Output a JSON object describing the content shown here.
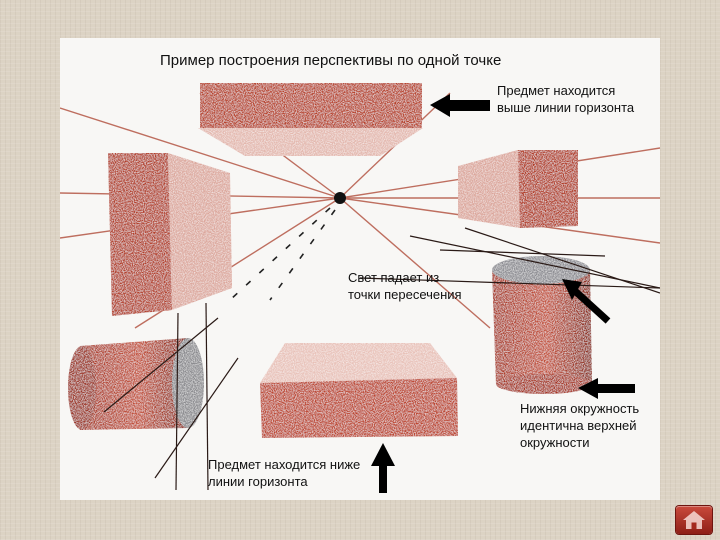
{
  "title": "Пример построения перспективы по одной точке",
  "labels": {
    "above_horizon": "Предмет находится\nвыше линии горизонта",
    "light": "Свет падает из\nточки пересечения",
    "bottom_circle": "Нижняя окружность\nидентична верхней\nокружности",
    "below_horizon": "Предмет находится ниже\nлинии горизонта"
  },
  "nav": {
    "home_icon": "home-icon"
  },
  "colors": {
    "red": "#b9432f",
    "dark_red": "#9c2f1f",
    "pink": "#d9a69a",
    "light_pink": "#e9c8c0",
    "vanishing_point": "#111111",
    "arrow": "#000000"
  }
}
